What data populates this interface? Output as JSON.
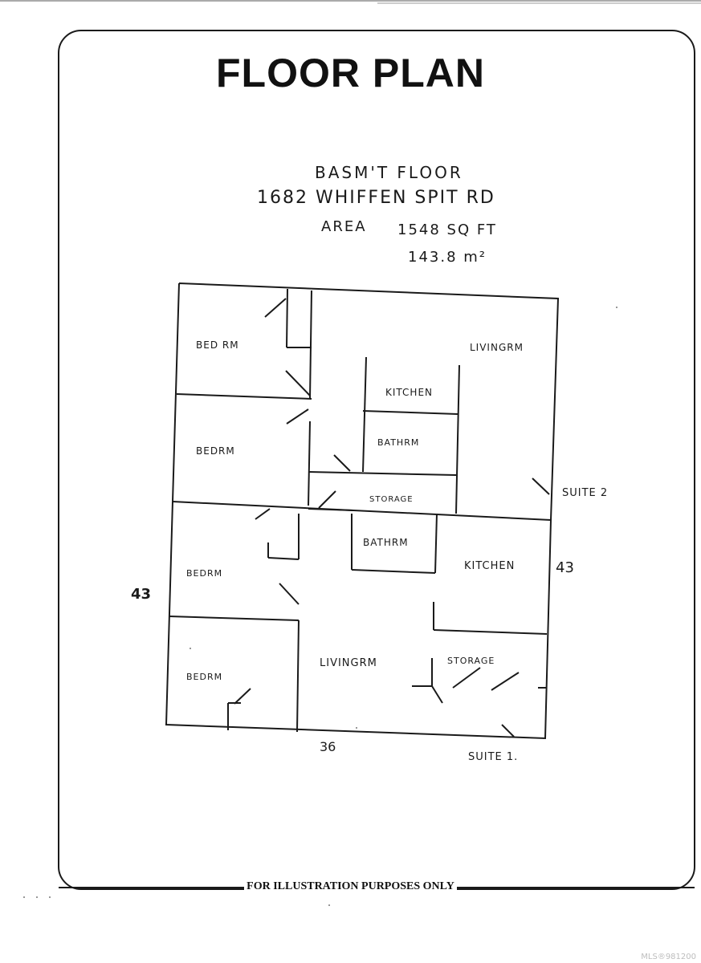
{
  "title": "FLOOR PLAN",
  "heading": {
    "floor": "BASM'T FLOOR",
    "address": "1682 WHIFFEN SPIT RD",
    "area_label": "AREA",
    "area_sqft": "1548 SQ FT",
    "area_m2": "143.8 m²"
  },
  "rooms": {
    "bedrm_1": "BED RM",
    "livingrm_top": "LIVINGRM",
    "kitchen_top": "KITCHEN",
    "bedrm_2": "BEDRM",
    "bathrm_top": "BATHRM",
    "storage_top": "STORAGE",
    "bathrm_bottom": "BATHRM",
    "kitchen_bottom": "KITCHEN",
    "bedrm_3": "BEDRM",
    "bedrm_4": "BEDRM",
    "livingrm_bottom": "LIVINGRM",
    "storage_bottom": "STORAGE"
  },
  "suites": {
    "suite_2": "SUITE 2",
    "suite_1": "SUITE 1."
  },
  "dimensions": {
    "right": "43",
    "left": "43",
    "bottom": "36"
  },
  "footer": "FOR ILLUSTRATION PURPOSES ONLY",
  "watermark": "MLS®981200"
}
